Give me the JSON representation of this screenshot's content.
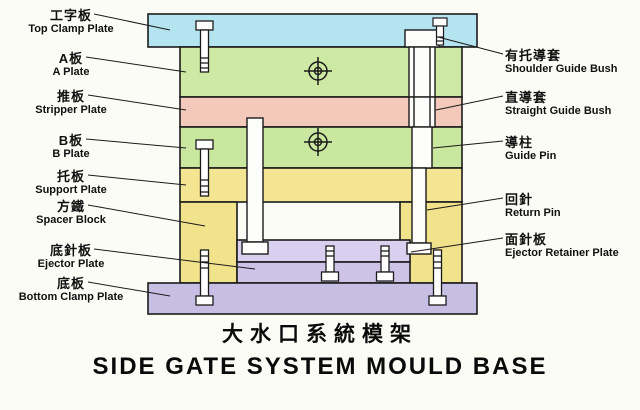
{
  "title": {
    "cn": "大水口系統模架",
    "en": "SIDE GATE SYSTEM MOULD BASE"
  },
  "left_labels": [
    {
      "cn": "工字板",
      "en": "Top Clamp Plate"
    },
    {
      "cn": "A板",
      "en": "A Plate"
    },
    {
      "cn": "推板",
      "en": "Stripper Plate"
    },
    {
      "cn": "B板",
      "en": "B Plate"
    },
    {
      "cn": "托板",
      "en": "Support Plate"
    },
    {
      "cn": "方鐵",
      "en": "Spacer Block"
    },
    {
      "cn": "底針板",
      "en": "Ejector Plate"
    },
    {
      "cn": "底板",
      "en": "Bottom Clamp Plate"
    }
  ],
  "right_labels": [
    {
      "cn": "有托導套",
      "en": "Shoulder Guide Bush"
    },
    {
      "cn": "直導套",
      "en": "Straight Guide Bush"
    },
    {
      "cn": "導柱",
      "en": "Guide Pin"
    },
    {
      "cn": "回針",
      "en": "Return Pin"
    },
    {
      "cn": "面針板",
      "en": "Ejector Retainer Plate"
    }
  ],
  "colors": {
    "top_clamp_plate": "#b4e4ef",
    "a_plate": "#cde9a3",
    "stripper_plate": "#f2c9ba",
    "b_plate": "#c9e79e",
    "support_plate": "#f3e591",
    "spacer_block": "#f1e28c",
    "ejector_retainer_plate": "#d8d0ee",
    "ejector_plate": "#ccc3e7",
    "bottom_clamp_plate": "#c7bee4",
    "pin": "#fdfefc",
    "outline": "#1b1b1b"
  }
}
